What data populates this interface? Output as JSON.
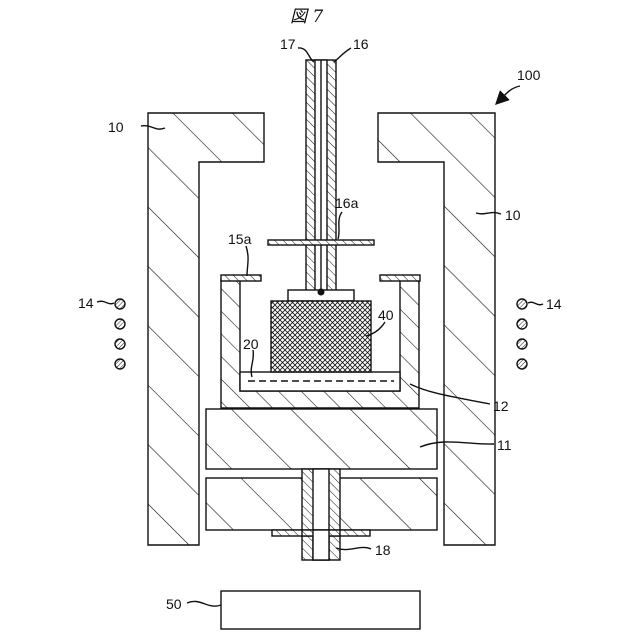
{
  "figure": {
    "title": "図 7"
  },
  "labels": {
    "device": "100",
    "chamber_left": "10",
    "chamber_right": "10",
    "heater_left": "14",
    "heater_right": "14",
    "crucible_lid": "15a",
    "shaft_outer": "16",
    "shaft_flange": "16a",
    "shaft_inner": "17",
    "support": "11",
    "crucible": "12",
    "solution": "20",
    "crystal": "40",
    "lower_shaft": "18",
    "external_unit": "50"
  }
}
